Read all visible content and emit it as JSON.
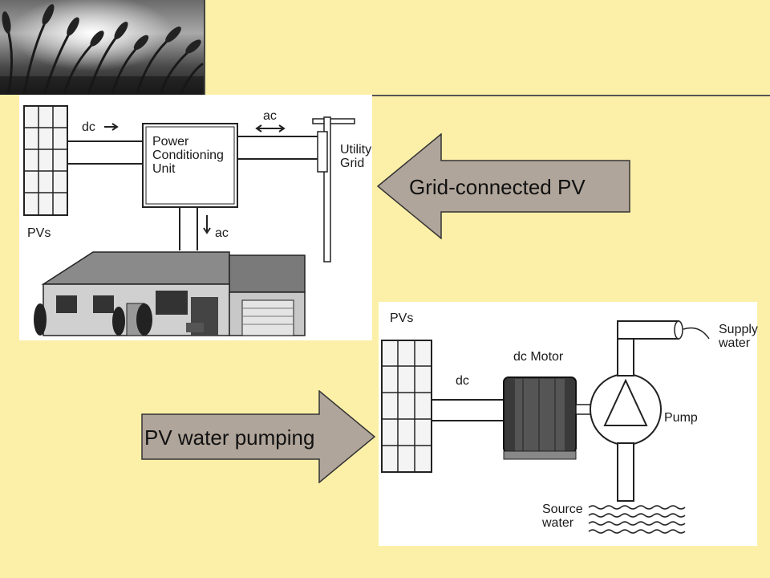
{
  "slide": {
    "background_color": "#fcf0a8",
    "banner_image": "wheat-field-photo"
  },
  "grid_diagram": {
    "labels": {
      "dc": "dc",
      "ac_top": "ac",
      "pcu": "Power\nConditioning\nUnit",
      "utility": "Utility\nGrid",
      "pvs": "PVs",
      "ac_bottom": "ac"
    }
  },
  "pump_diagram": {
    "labels": {
      "pvs": "PVs",
      "dc": "dc",
      "motor": "dc Motor",
      "supply": "Supply\nwater",
      "pump": "Pump",
      "source": "Source\nwater"
    }
  },
  "callouts": {
    "grid": "Grid-connected PV",
    "pump": "PV water pumping",
    "fill_color": "#b0a59a"
  }
}
